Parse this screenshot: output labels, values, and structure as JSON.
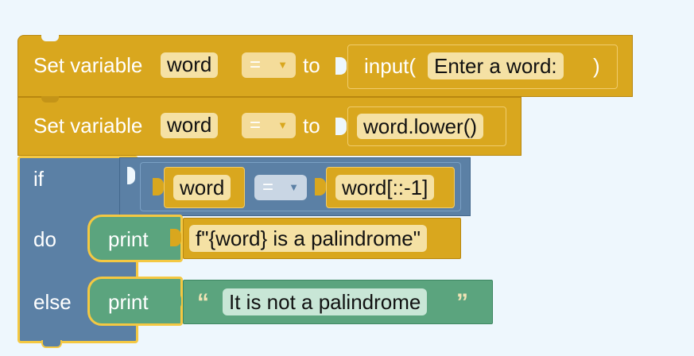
{
  "block1": {
    "label": "Set variable",
    "var": "word",
    "op": "=",
    "to": "to",
    "input_label": "input(",
    "input_arg": "Enter a word:",
    "input_close": ")"
  },
  "block2": {
    "label": "Set variable",
    "var": "word",
    "op": "=",
    "to": "to",
    "value": "word.lower()"
  },
  "ifblock": {
    "if_label": "if",
    "do_label": "do",
    "else_label": "else",
    "cond_left": "word",
    "cond_op": "=",
    "cond_right": "word[::-1]",
    "do_print": "print",
    "do_value": "f\"{word} is a palindrome\"",
    "else_print": "print",
    "else_value": "It is not a palindrome",
    "open_quote": "“",
    "close_quote": "”"
  },
  "colors": {
    "background": "#eef7fd",
    "variable_block": "#d9a71e",
    "logic_block": "#5b80a5",
    "print_block": "#5ba47e"
  },
  "icons": [
    "dropdown-arrow-icon",
    "open-quote-icon",
    "close-quote-icon"
  ]
}
